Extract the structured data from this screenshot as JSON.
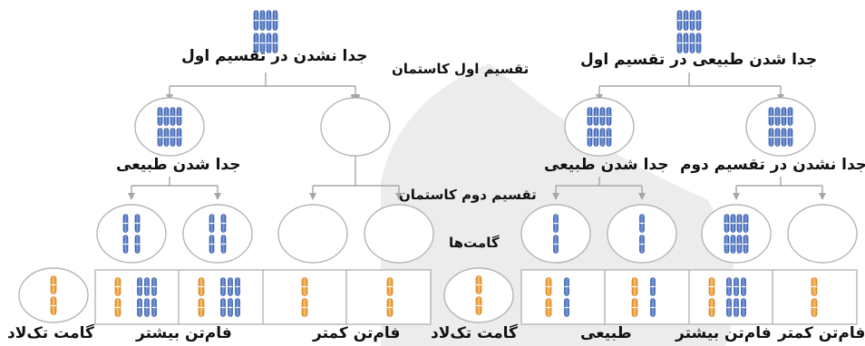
{
  "labels": {
    "right_top": "جدا شدن طبیعی در تقسیم اول",
    "left_top": "جدا نشدن در تقسیم اول",
    "meiosis_one": "تقسیم اول کاستمان",
    "meiosis_two": "تقسیم دوم کاستمان",
    "left_normal": "جدا شدن طبیعی",
    "right_normal": "جدا شدن طبیعی",
    "right_nondisjunction": "جدا نشدن در تقسیم دوم",
    "gametes": "گامت‌ها",
    "bottom_left_haploid": "گامت تک‌لاد",
    "bottom_mid_haploid": "گامت تک‌لاد",
    "bottom_more_1": "فام‌تن بیشتر",
    "bottom_less_1": "فام‌تن کمتر",
    "bottom_normal": "طبیعی",
    "bottom_more_2": "فام‌تن بیشتر",
    "bottom_less_2": "فام‌تن کمتر"
  },
  "colors": {
    "chromosome_blue": "#4a72c4",
    "chromosome_orange": "#f0a030",
    "cell_outline": "#b5b5b5",
    "arrow": "#a6a6a6",
    "watermark": "#e4e4e4"
  }
}
